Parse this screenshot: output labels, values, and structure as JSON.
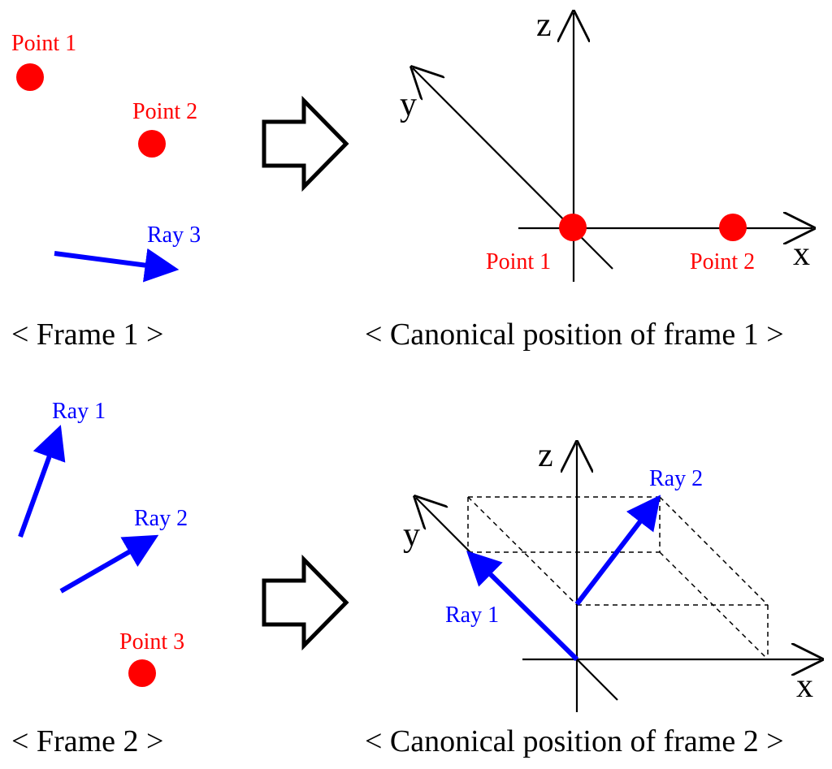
{
  "colors": {
    "point": "#ff0000",
    "ray": "#0000ff",
    "axis": "#000000"
  },
  "frame1": {
    "point1_label": "Point 1",
    "point2_label": "Point 2",
    "ray3_label": "Ray 3",
    "caption": "< Frame 1 >"
  },
  "canonical1": {
    "axis_x": "x",
    "axis_y": "y",
    "axis_z": "z",
    "point1_label": "Point 1",
    "point2_label": "Point 2",
    "caption": "< Canonical position of frame 1 >"
  },
  "frame2": {
    "ray1_label": "Ray 1",
    "ray2_label": "Ray 2",
    "point3_label": "Point 3",
    "caption": "< Frame 2 >"
  },
  "canonical2": {
    "axis_x": "x",
    "axis_y": "y",
    "axis_z": "z",
    "ray1_label": "Ray 1",
    "ray2_label": "Ray 2",
    "caption": "< Canonical position of frame 2 >"
  },
  "icons": {
    "transform_arrow": "hollow-right-arrow-icon"
  }
}
